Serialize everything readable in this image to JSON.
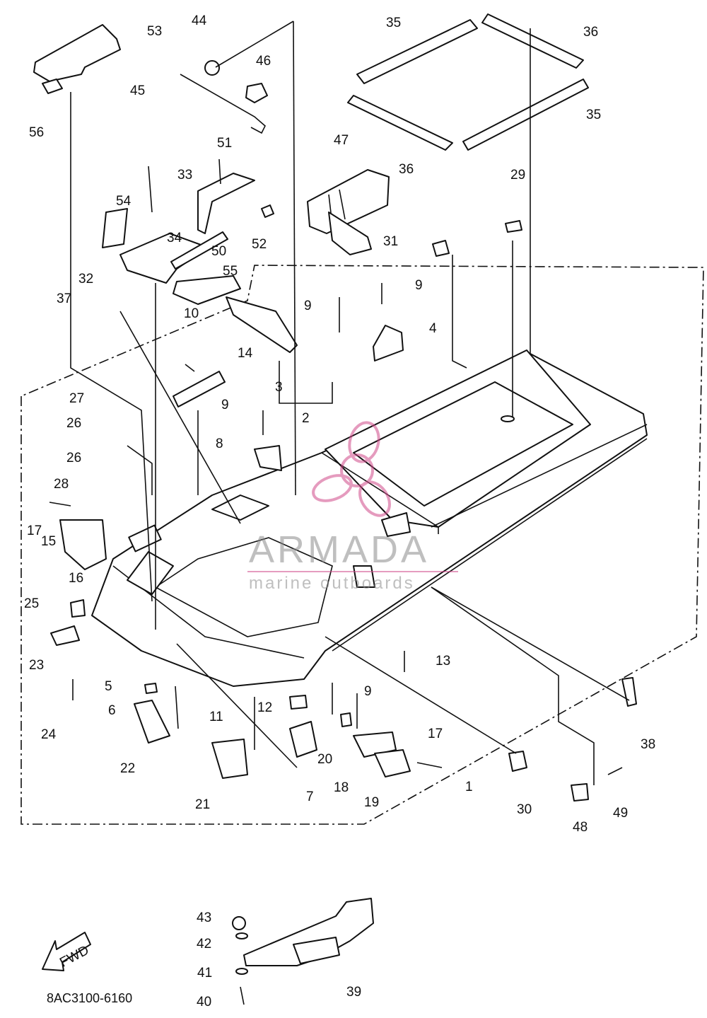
{
  "diagram": {
    "part_labels": [
      "1",
      "2",
      "3",
      "4",
      "5",
      "6",
      "7",
      "8",
      "9",
      "9",
      "9",
      "9",
      "10",
      "11",
      "12",
      "13",
      "14",
      "15",
      "16",
      "17",
      "17",
      "18",
      "19",
      "20",
      "21",
      "22",
      "23",
      "24",
      "25",
      "26",
      "26",
      "27",
      "28",
      "29",
      "30",
      "31",
      "32",
      "33",
      "34",
      "35",
      "35",
      "36",
      "36",
      "37",
      "38",
      "39",
      "40",
      "41",
      "42",
      "43",
      "44",
      "45",
      "46",
      "47",
      "48",
      "49",
      "50",
      "51",
      "52",
      "53",
      "54",
      "55",
      "56"
    ],
    "drawing_code": "8AC3100-6160",
    "fwd_label": "FWD"
  },
  "watermark": {
    "brand": "ARMADA",
    "tagline": "marine outboards",
    "color": "#d04a8a"
  },
  "colors": {
    "line": "#111111",
    "background": "#ffffff"
  }
}
